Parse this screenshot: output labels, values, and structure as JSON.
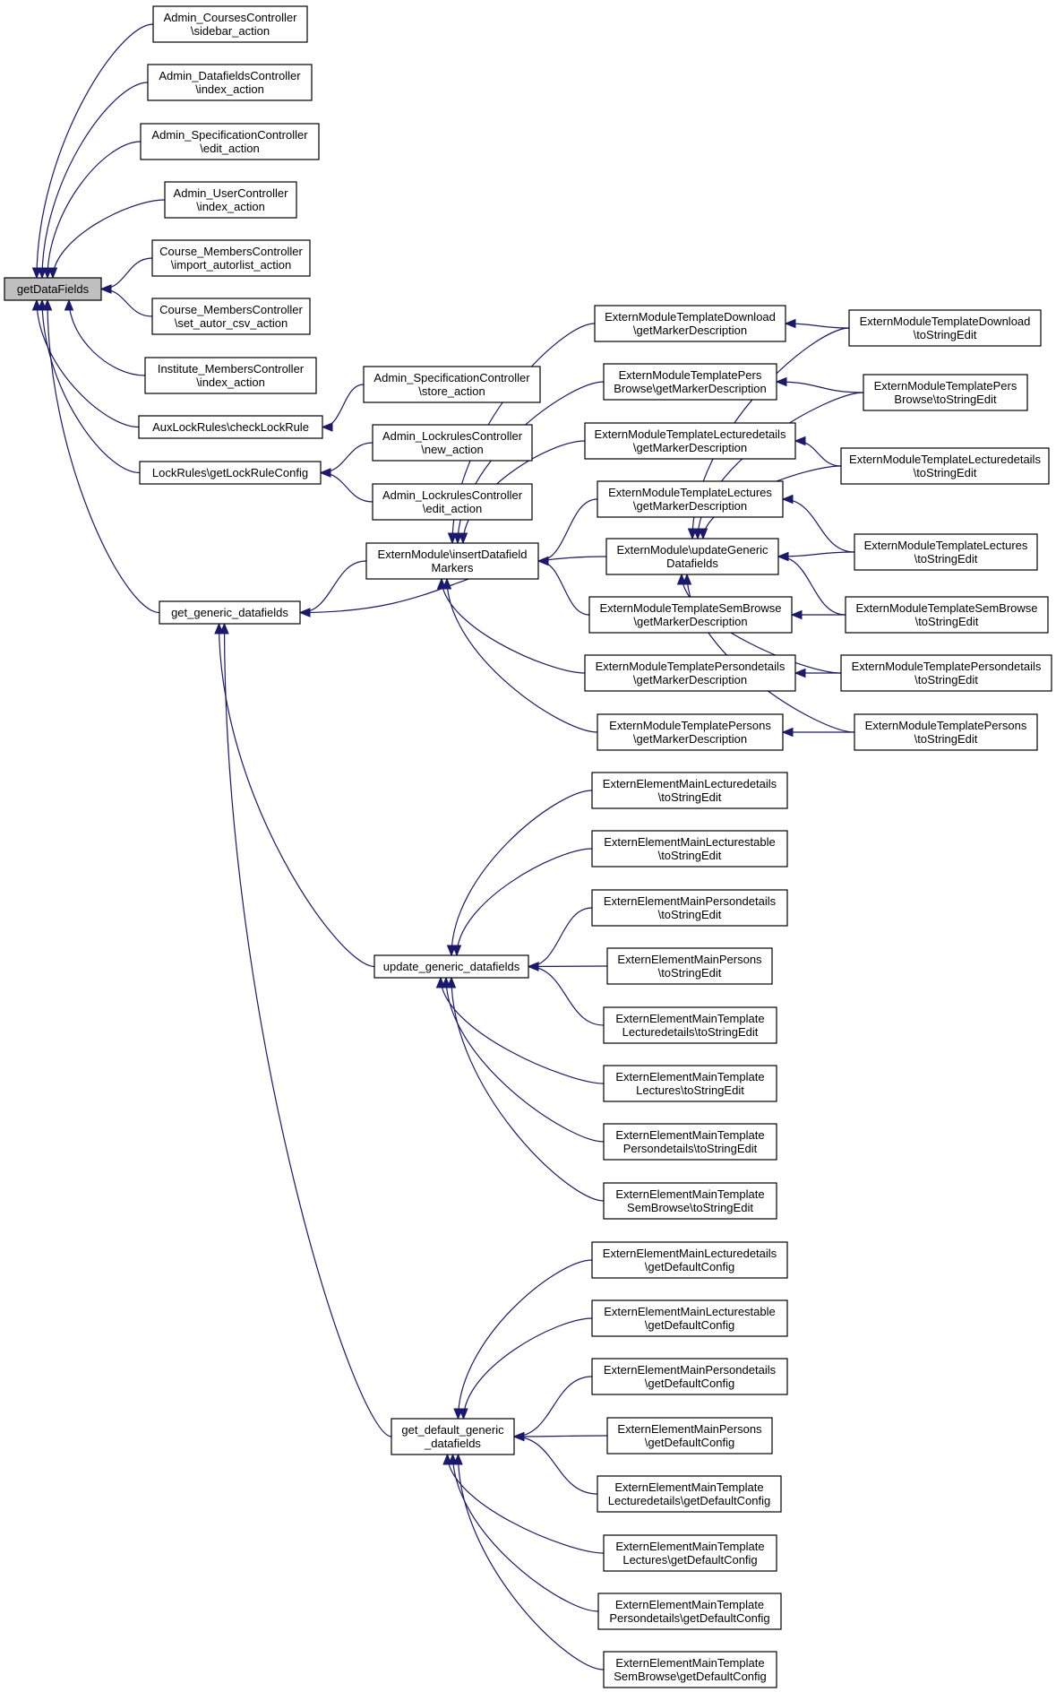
{
  "colors": {
    "edge": "#191970",
    "root_fill": "#bfbfbf",
    "node_fill": "#ffffff",
    "border": "#000000"
  },
  "nodes": [
    {
      "id": "getDataFields",
      "lines": [
        "getDataFields"
      ],
      "root": true
    },
    {
      "id": "admCourses",
      "lines": [
        "Admin_CoursesController",
        "\\sidebar_action"
      ]
    },
    {
      "id": "admDatafields",
      "lines": [
        "Admin_DatafieldsController",
        "\\index_action"
      ]
    },
    {
      "id": "admSpecEdit",
      "lines": [
        "Admin_SpecificationController",
        "\\edit_action"
      ]
    },
    {
      "id": "admUser",
      "lines": [
        "Admin_UserController",
        "\\index_action"
      ]
    },
    {
      "id": "cmImport",
      "lines": [
        "Course_MembersController",
        "\\import_autorlist_action"
      ]
    },
    {
      "id": "cmSetAutor",
      "lines": [
        "Course_MembersController",
        "\\set_autor_csv_action"
      ]
    },
    {
      "id": "instMembers",
      "lines": [
        "Institute_MembersController",
        "\\index_action"
      ]
    },
    {
      "id": "auxLock",
      "lines": [
        "AuxLockRules\\checkLockRule"
      ]
    },
    {
      "id": "lockRules",
      "lines": [
        "LockRules\\getLockRuleConfig"
      ]
    },
    {
      "id": "getGeneric",
      "lines": [
        "get_generic_datafields"
      ]
    },
    {
      "id": "admSpecStore",
      "lines": [
        "Admin_SpecificationController",
        "\\store_action"
      ]
    },
    {
      "id": "admLockNew",
      "lines": [
        "Admin_LockrulesController",
        "\\new_action"
      ]
    },
    {
      "id": "admLockEdit",
      "lines": [
        "Admin_LockrulesController",
        "\\edit_action"
      ]
    },
    {
      "id": "emInsert",
      "lines": [
        "ExternModule\\insertDatafield",
        "Markers"
      ]
    },
    {
      "id": "emUpdate",
      "lines": [
        "ExternModule\\updateGeneric",
        "Datafields"
      ]
    },
    {
      "id": "mtDownloadGM",
      "lines": [
        "ExternModuleTemplateDownload",
        "\\getMarkerDescription"
      ]
    },
    {
      "id": "mtPersBrowseGM",
      "lines": [
        "ExternModuleTemplatePers",
        "Browse\\getMarkerDescription"
      ]
    },
    {
      "id": "mtLectDetGM",
      "lines": [
        "ExternModuleTemplateLecturedetails",
        "\\getMarkerDescription"
      ]
    },
    {
      "id": "mtLecturesGM",
      "lines": [
        "ExternModuleTemplateLectures",
        "\\getMarkerDescription"
      ]
    },
    {
      "id": "mtSemBrowseGM",
      "lines": [
        "ExternModuleTemplateSemBrowse",
        "\\getMarkerDescription"
      ]
    },
    {
      "id": "mtPersDetGM",
      "lines": [
        "ExternModuleTemplatePersondetails",
        "\\getMarkerDescription"
      ]
    },
    {
      "id": "mtPersonsGM",
      "lines": [
        "ExternModuleTemplatePersons",
        "\\getMarkerDescription"
      ]
    },
    {
      "id": "mtDownloadTS",
      "lines": [
        "ExternModuleTemplateDownload",
        "\\toStringEdit"
      ]
    },
    {
      "id": "mtPersBrowseTS",
      "lines": [
        "ExternModuleTemplatePers",
        "Browse\\toStringEdit"
      ]
    },
    {
      "id": "mtLectDetTS",
      "lines": [
        "ExternModuleTemplateLecturedetails",
        "\\toStringEdit"
      ]
    },
    {
      "id": "mtLecturesTS",
      "lines": [
        "ExternModuleTemplateLectures",
        "\\toStringEdit"
      ]
    },
    {
      "id": "mtSemBrowseTS",
      "lines": [
        "ExternModuleTemplateSemBrowse",
        "\\toStringEdit"
      ]
    },
    {
      "id": "mtPersDetTS",
      "lines": [
        "ExternModuleTemplatePersondetails",
        "\\toStringEdit"
      ]
    },
    {
      "id": "mtPersonsTS",
      "lines": [
        "ExternModuleTemplatePersons",
        "\\toStringEdit"
      ]
    },
    {
      "id": "updGeneric",
      "lines": [
        "update_generic_datafields"
      ]
    },
    {
      "id": "emLectDetTS",
      "lines": [
        "ExternElementMainLecturedetails",
        "\\toStringEdit"
      ]
    },
    {
      "id": "emLectTabTS",
      "lines": [
        "ExternElementMainLecturestable",
        "\\toStringEdit"
      ]
    },
    {
      "id": "emPersDetTS",
      "lines": [
        "ExternElementMainPersondetails",
        "\\toStringEdit"
      ]
    },
    {
      "id": "emPersonsTS",
      "lines": [
        "ExternElementMainPersons",
        "\\toStringEdit"
      ]
    },
    {
      "id": "emtLectDetTS",
      "lines": [
        "ExternElementMainTemplate",
        "Lecturedetails\\toStringEdit"
      ]
    },
    {
      "id": "emtLecturesTS",
      "lines": [
        "ExternElementMainTemplate",
        "Lectures\\toStringEdit"
      ]
    },
    {
      "id": "emtPersDetTS",
      "lines": [
        "ExternElementMainTemplate",
        "Persondetails\\toStringEdit"
      ]
    },
    {
      "id": "emtSemBrowseTS",
      "lines": [
        "ExternElementMainTemplate",
        "SemBrowse\\toStringEdit"
      ]
    },
    {
      "id": "getDefGeneric",
      "lines": [
        "get_default_generic",
        "_datafields"
      ]
    },
    {
      "id": "emLectDetDC",
      "lines": [
        "ExternElementMainLecturedetails",
        "\\getDefaultConfig"
      ]
    },
    {
      "id": "emLectTabDC",
      "lines": [
        "ExternElementMainLecturestable",
        "\\getDefaultConfig"
      ]
    },
    {
      "id": "emPersDetDC",
      "lines": [
        "ExternElementMainPersondetails",
        "\\getDefaultConfig"
      ]
    },
    {
      "id": "emPersonsDC",
      "lines": [
        "ExternElementMainPersons",
        "\\getDefaultConfig"
      ]
    },
    {
      "id": "emtLectDetDC",
      "lines": [
        "ExternElementMainTemplate",
        "Lecturedetails\\getDefaultConfig"
      ]
    },
    {
      "id": "emtLecturesDC",
      "lines": [
        "ExternElementMainTemplate",
        "Lectures\\getDefaultConfig"
      ]
    },
    {
      "id": "emtPersDetDC",
      "lines": [
        "ExternElementMainTemplate",
        "Persondetails\\getDefaultConfig"
      ]
    },
    {
      "id": "emtSemBrowseDC",
      "lines": [
        "ExternElementMainTemplate",
        "SemBrowse\\getDefaultConfig"
      ]
    }
  ],
  "edges": [
    {
      "from": "admCourses",
      "to": "getDataFields"
    },
    {
      "from": "admDatafields",
      "to": "getDataFields"
    },
    {
      "from": "admSpecEdit",
      "to": "getDataFields"
    },
    {
      "from": "admUser",
      "to": "getDataFields"
    },
    {
      "from": "cmImport",
      "to": "getDataFields"
    },
    {
      "from": "cmSetAutor",
      "to": "getDataFields"
    },
    {
      "from": "instMembers",
      "to": "getDataFields"
    },
    {
      "from": "auxLock",
      "to": "getDataFields"
    },
    {
      "from": "lockRules",
      "to": "getDataFields"
    },
    {
      "from": "getGeneric",
      "to": "getDataFields"
    },
    {
      "from": "admSpecStore",
      "to": "auxLock"
    },
    {
      "from": "admLockNew",
      "to": "lockRules"
    },
    {
      "from": "admLockEdit",
      "to": "lockRules"
    },
    {
      "from": "emInsert",
      "to": "getGeneric"
    },
    {
      "from": "emUpdate",
      "to": "getGeneric"
    },
    {
      "from": "updGeneric",
      "to": "getGeneric"
    },
    {
      "from": "getDefGeneric",
      "to": "getGeneric"
    },
    {
      "from": "mtDownloadGM",
      "to": "emInsert"
    },
    {
      "from": "mtPersBrowseGM",
      "to": "emInsert"
    },
    {
      "from": "mtLectDetGM",
      "to": "emInsert"
    },
    {
      "from": "mtLecturesGM",
      "to": "emInsert"
    },
    {
      "from": "mtSemBrowseGM",
      "to": "emInsert"
    },
    {
      "from": "mtPersDetGM",
      "to": "emInsert"
    },
    {
      "from": "mtPersonsGM",
      "to": "emInsert"
    },
    {
      "from": "mtDownloadTS",
      "to": "mtDownloadGM"
    },
    {
      "from": "mtPersBrowseTS",
      "to": "mtPersBrowseGM"
    },
    {
      "from": "mtLectDetTS",
      "to": "mtLectDetGM"
    },
    {
      "from": "mtLecturesTS",
      "to": "mtLecturesGM"
    },
    {
      "from": "mtSemBrowseTS",
      "to": "mtSemBrowseGM"
    },
    {
      "from": "mtPersDetTS",
      "to": "mtPersDetGM"
    },
    {
      "from": "mtPersonsTS",
      "to": "mtPersonsGM"
    },
    {
      "from": "mtDownloadTS",
      "to": "emUpdate"
    },
    {
      "from": "mtPersBrowseTS",
      "to": "emUpdate"
    },
    {
      "from": "mtLectDetTS",
      "to": "emUpdate"
    },
    {
      "from": "mtLecturesTS",
      "to": "emUpdate"
    },
    {
      "from": "mtSemBrowseTS",
      "to": "emUpdate"
    },
    {
      "from": "mtPersDetTS",
      "to": "emUpdate"
    },
    {
      "from": "mtPersonsTS",
      "to": "emUpdate"
    },
    {
      "from": "emLectDetTS",
      "to": "updGeneric"
    },
    {
      "from": "emLectTabTS",
      "to": "updGeneric"
    },
    {
      "from": "emPersDetTS",
      "to": "updGeneric"
    },
    {
      "from": "emPersonsTS",
      "to": "updGeneric"
    },
    {
      "from": "emtLectDetTS",
      "to": "updGeneric"
    },
    {
      "from": "emtLecturesTS",
      "to": "updGeneric"
    },
    {
      "from": "emtPersDetTS",
      "to": "updGeneric"
    },
    {
      "from": "emtSemBrowseTS",
      "to": "updGeneric"
    },
    {
      "from": "emLectDetDC",
      "to": "getDefGeneric"
    },
    {
      "from": "emLectTabDC",
      "to": "getDefGeneric"
    },
    {
      "from": "emPersDetDC",
      "to": "getDefGeneric"
    },
    {
      "from": "emPersonsDC",
      "to": "getDefGeneric"
    },
    {
      "from": "emtLectDetDC",
      "to": "getDefGeneric"
    },
    {
      "from": "emtLecturesDC",
      "to": "getDefGeneric"
    },
    {
      "from": "emtPersDetDC",
      "to": "getDefGeneric"
    },
    {
      "from": "emtSemBrowseDC",
      "to": "getDefGeneric"
    }
  ]
}
